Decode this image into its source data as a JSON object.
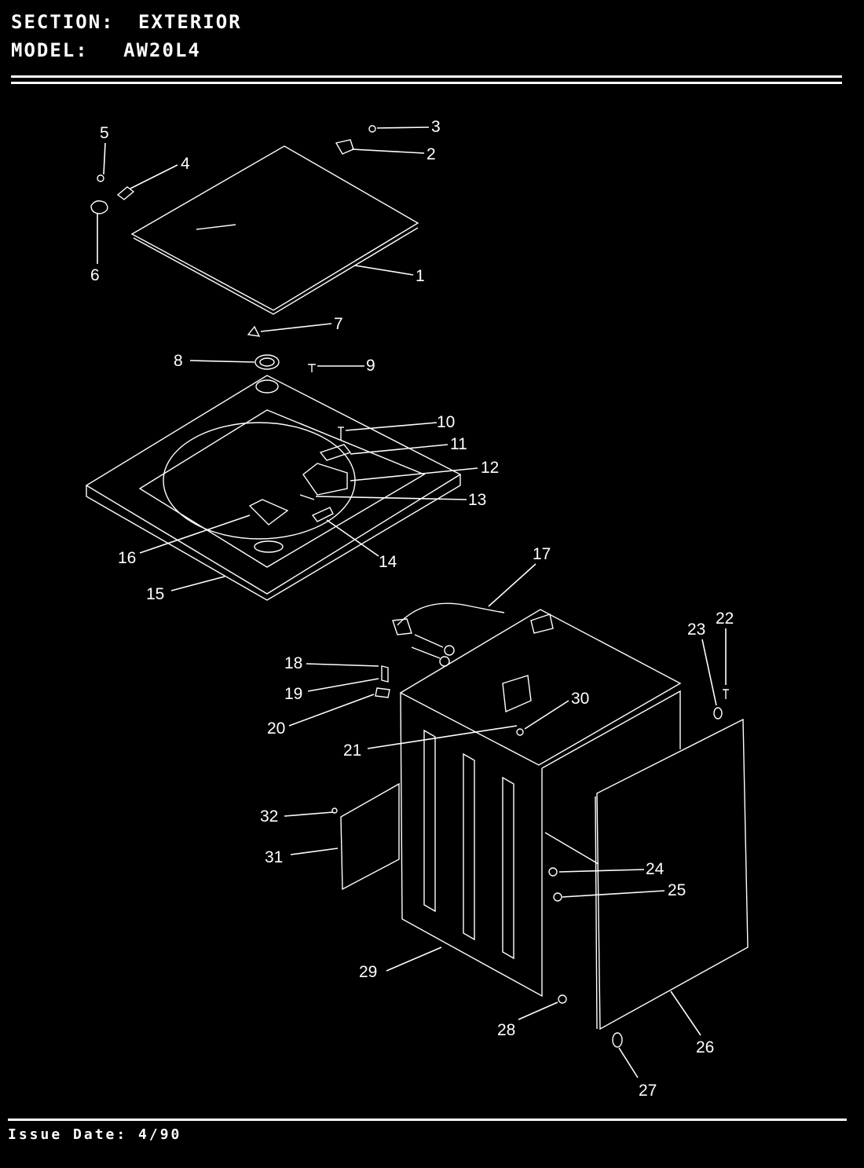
{
  "header": {
    "section_label": "SECTION:",
    "section_value": "EXTERIOR",
    "model_label": "MODEL:",
    "model_value": "AW20L4"
  },
  "footer": {
    "issue_date": "Issue Date: 4/90"
  },
  "callouts": [
    {
      "id": "1",
      "text": "1"
    },
    {
      "id": "2",
      "text": "2"
    },
    {
      "id": "3",
      "text": "3"
    },
    {
      "id": "4",
      "text": "4"
    },
    {
      "id": "5",
      "text": "5"
    },
    {
      "id": "6",
      "text": "6"
    },
    {
      "id": "7",
      "text": "7"
    },
    {
      "id": "8",
      "text": "8"
    },
    {
      "id": "9",
      "text": "9"
    },
    {
      "id": "10",
      "text": "10"
    },
    {
      "id": "11",
      "text": "11"
    },
    {
      "id": "12",
      "text": "12"
    },
    {
      "id": "13",
      "text": "13"
    },
    {
      "id": "14",
      "text": "14"
    },
    {
      "id": "15",
      "text": "15"
    },
    {
      "id": "16",
      "text": "16"
    },
    {
      "id": "17",
      "text": "17"
    },
    {
      "id": "18",
      "text": "18"
    },
    {
      "id": "19",
      "text": "19"
    },
    {
      "id": "20",
      "text": "20"
    },
    {
      "id": "21",
      "text": "21"
    },
    {
      "id": "22",
      "text": "22"
    },
    {
      "id": "23",
      "text": "23"
    },
    {
      "id": "24",
      "text": "24"
    },
    {
      "id": "25",
      "text": "25"
    },
    {
      "id": "26",
      "text": "26"
    },
    {
      "id": "27",
      "text": "27"
    },
    {
      "id": "28",
      "text": "28"
    },
    {
      "id": "29",
      "text": "29"
    },
    {
      "id": "30",
      "text": "30"
    },
    {
      "id": "31",
      "text": "31"
    },
    {
      "id": "32",
      "text": "32"
    }
  ]
}
